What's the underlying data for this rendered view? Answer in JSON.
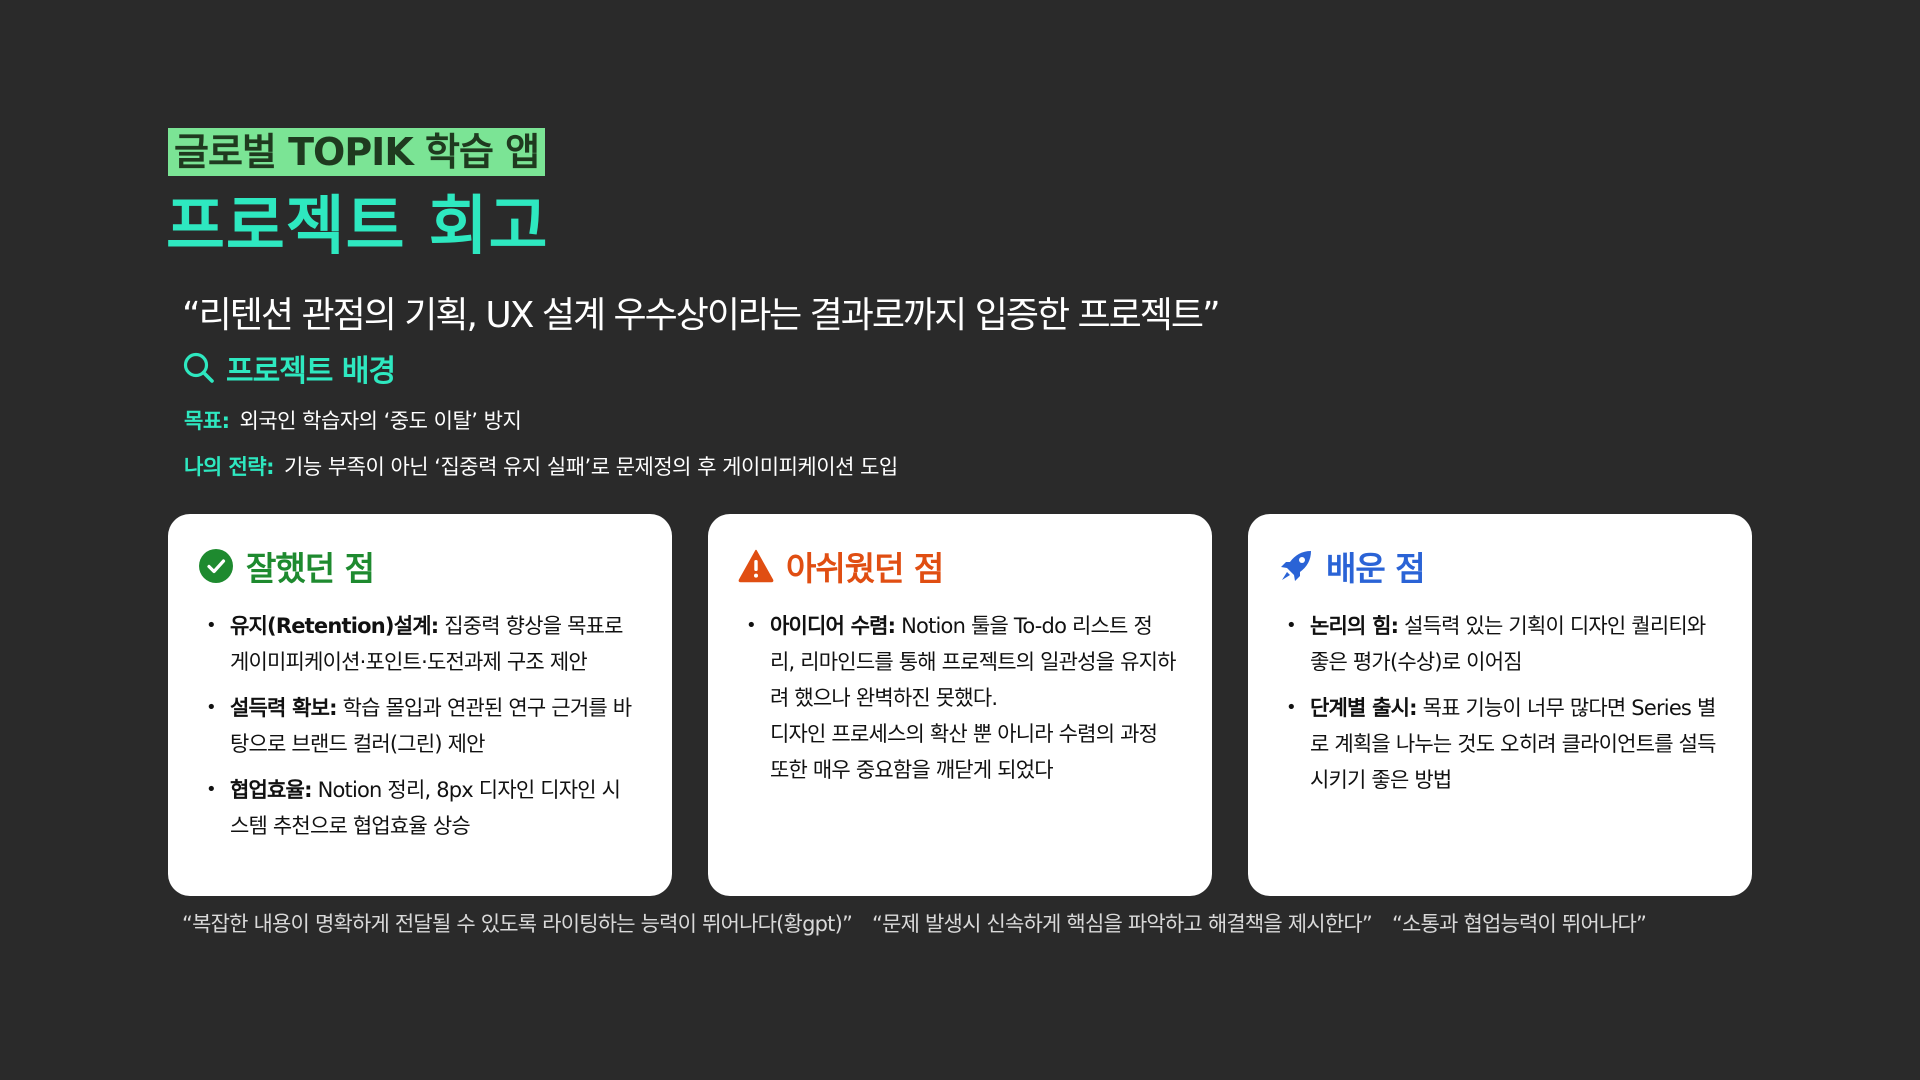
{
  "header": {
    "badge": "글로벌 TOPIK 학습 앱",
    "title": "프로젝트 회고"
  },
  "quote": "“리텐션 관점의 기획, UX 설계 우수상이라는 결과로까지 입증한 프로젝트”",
  "background": {
    "heading": "프로젝트 배경",
    "icon": "search-icon",
    "goal_label": "목표:",
    "goal_text": "외국인 학습자의 ‘중도 이탈’ 방지",
    "strategy_label": "나의 전략:",
    "strategy_text": "기능 부족이 아닌 ‘집중력 유지 실패’로 문제정의 후 게이미피케이션 도입"
  },
  "cards": {
    "good": {
      "icon": "check-circle-icon",
      "title": "잘했던 점",
      "color": "#1e8a2f",
      "items": [
        {
          "bold": "유지(Retention)설계:",
          "text": " 집중력 향상을 목표로 게이미피케이션·포인트·도전과제 구조 제안"
        },
        {
          "bold": "설득력 확보:",
          "text": " 학습 몰입과 연관된 연구 근거를 바탕으로 브랜드 컬러(그린) 제안"
        },
        {
          "bold": "협업효율:",
          "text": " Notion 정리, 8px 디자인 디자인 시스템 추천으로 협업효율 상승"
        }
      ]
    },
    "regret": {
      "icon": "warning-icon",
      "title": "아쉬웠던 점",
      "color": "#e04e12",
      "items": [
        {
          "bold": "아이디어 수렴:",
          "text": " Notion 툴을 To-do 리스트 정리, 리마인드를 통해 프로젝트의 일관성을 유지하려 했으나 완벽하진 못했다."
        }
      ],
      "extra": "디자인 프로세스의 확산 뿐 아니라 수렴의 과정 또한 매우 중요함을 깨닫게 되었다"
    },
    "learned": {
      "icon": "rocket-icon",
      "title": "배운 점",
      "color": "#2a63d6",
      "items": [
        {
          "bold": "논리의 힘:",
          "text": " 설득력 있는 기획이 디자인 퀄리티와 좋은 평가(수상)로 이어짐"
        },
        {
          "bold": "단계별 출시:",
          "text": " 목표 기능이 너무 많다면 Series 별로 계획을 나누는 것도 오히려 클라이언트를 설득시키기 좋은 방법"
        }
      ]
    }
  },
  "feedback": [
    "“복잡한 내용이 명확하게 전달될 수 있도록 라이팅하는 능력이 뛰어나다(황gpt)”",
    "“문제 발생시 신속하게 핵심을 파악하고 해결책을 제시한다”",
    "“소통과 협업능력이 뛰어나다”"
  ]
}
